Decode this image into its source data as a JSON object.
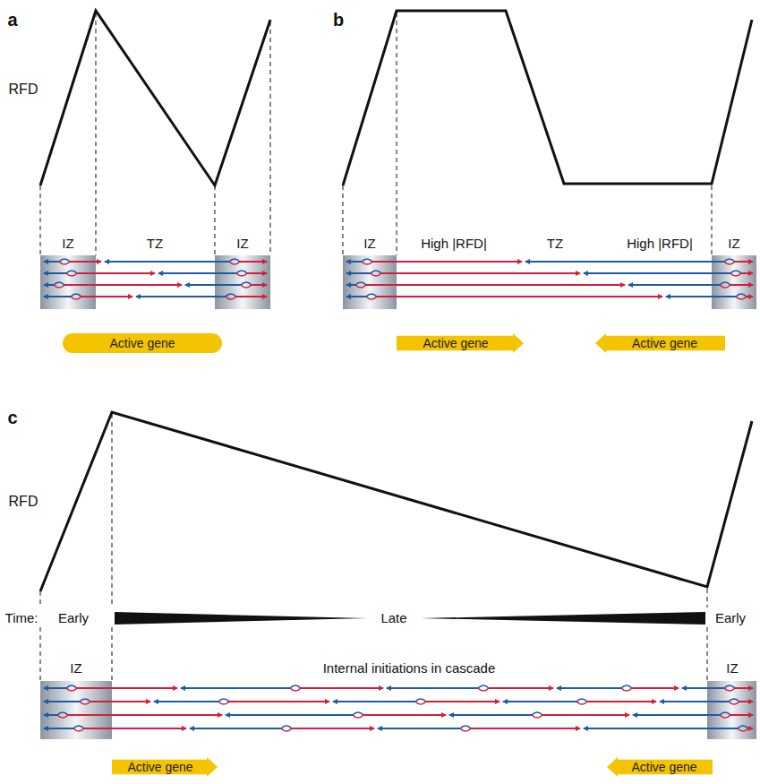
{
  "diagram": {
    "nodes": [
      {
        "text": [
          "Active gene"
        ]
      },
      {
        "text": [
          "Active gene"
        ]
      },
      {
        "text": [
          "Active gene"
        ]
      },
      {
        "text": [
          "Active gene"
        ]
      },
      {
        "text": [
          "Active gene"
        ]
      }
    ],
    "labels": [
      "a",
      "RFD",
      "IZ",
      "TZ",
      "IZ",
      "b",
      "IZ",
      "High |RFD|",
      "TZ",
      "High |RFD|",
      "IZ",
      "c",
      "RFD",
      "Time:",
      "Early",
      "Late",
      "Early",
      "IZ",
      "Internal initiations in cascade",
      "IZ"
    ]
  }
}
